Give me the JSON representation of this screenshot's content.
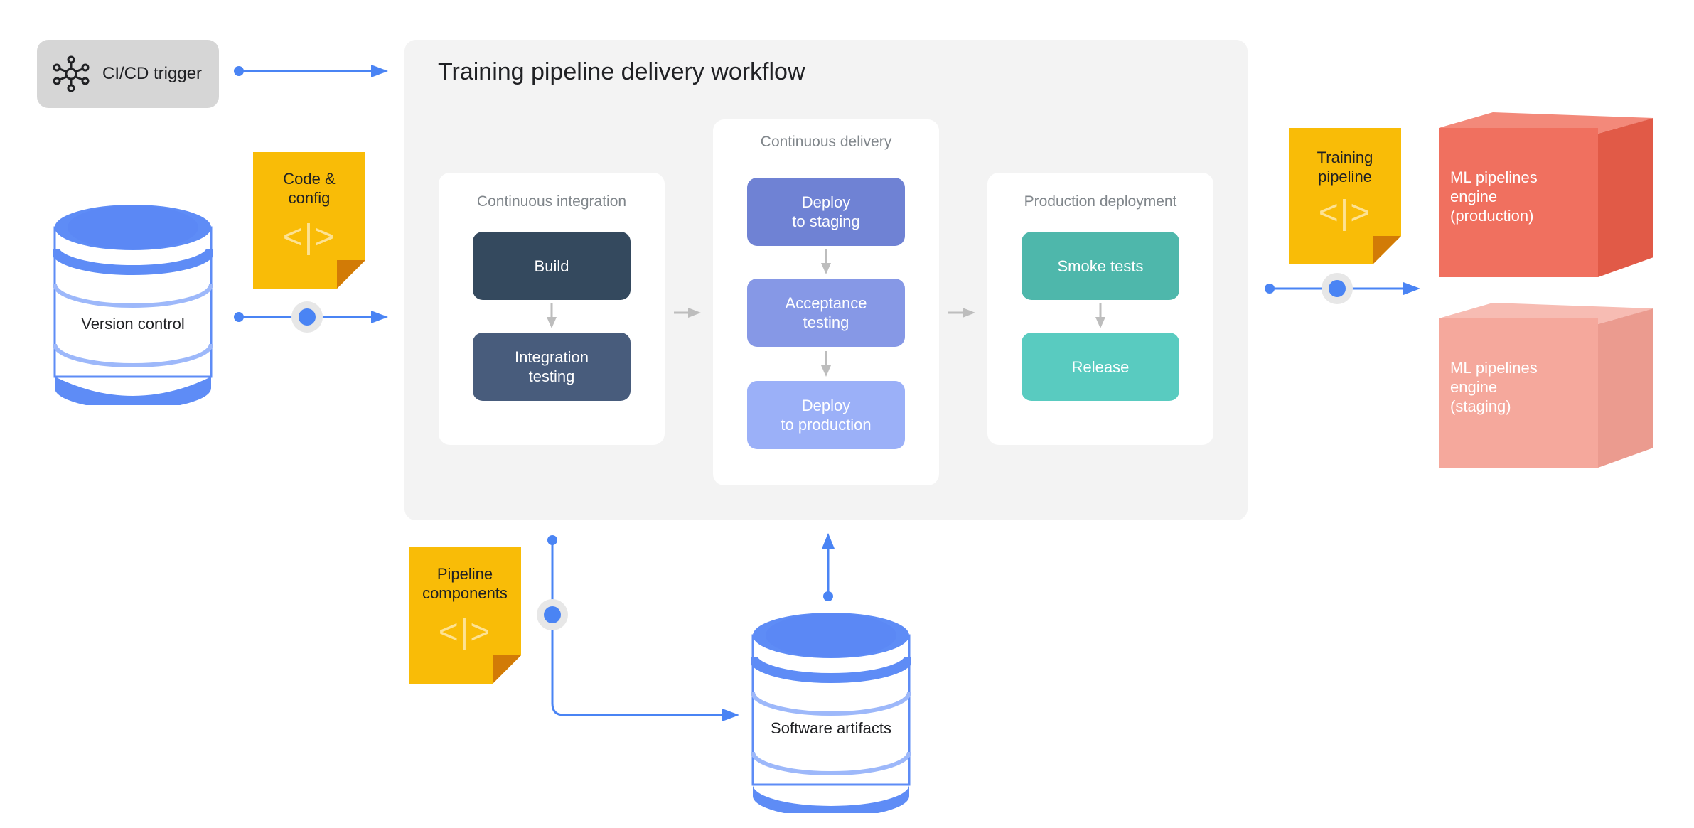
{
  "trigger": {
    "label": "CI/CD trigger",
    "icon": "network-hub-icon"
  },
  "workflow": {
    "title": "Training pipeline delivery workflow",
    "stages": [
      {
        "title": "Continuous integration",
        "steps": [
          "Build",
          "Integration\ntesting"
        ]
      },
      {
        "title": "Continuous delivery",
        "steps": [
          "Deploy\nto staging",
          "Acceptance\ntesting",
          "Deploy\nto production"
        ]
      },
      {
        "title": "Production deployment",
        "steps": [
          "Smoke tests",
          "Release"
        ]
      }
    ]
  },
  "notes": {
    "code_config": {
      "label": "Code &\nconfig",
      "symbol": "<|>"
    },
    "training_pipeline": {
      "label": "Training\npipeline",
      "symbol": "<|>"
    },
    "pipeline_components": {
      "label": "Pipeline\ncomponents",
      "symbol": "<|>"
    }
  },
  "stores": {
    "version_control": "Version control",
    "software_artifacts": "Software artifacts"
  },
  "engines": {
    "production": "ML pipelines\nengine\n(production)",
    "staging": "ML pipelines\nengine\n(staging)"
  },
  "colors": {
    "flow_blue": "#4a84f4",
    "connector_grey": "#bdbdbd",
    "panel_bg": "#f3f3f3",
    "note_yellow": "#f9bc07",
    "ci_dark": "#34495e",
    "ci_mid": "#485c7c",
    "cd_1": "#6f82d4",
    "cd_2": "#8698e6",
    "cd_3": "#9bb0f8",
    "pd_1": "#4eb7ab",
    "pd_2": "#59cbc0",
    "engine_prod": "#f0705f",
    "engine_staging": "#f5a89c"
  }
}
